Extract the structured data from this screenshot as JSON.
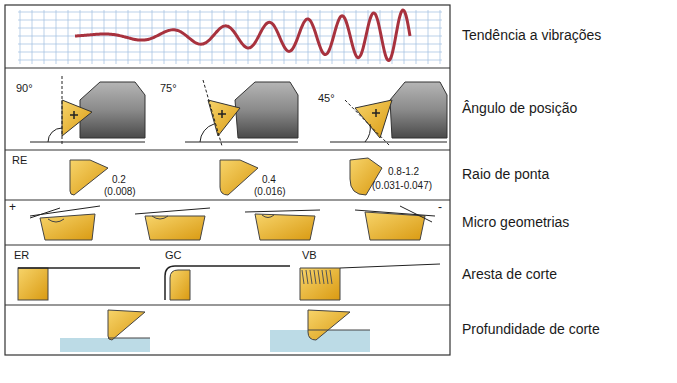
{
  "diagram": {
    "labels": [
      "Tendência a vibrações",
      "90°",
      "75°",
      "45°",
      "Ângulo de posição",
      "RE",
      "0.2",
      "(0.008)",
      "0.4",
      "(0.016)",
      "0.8-1.2",
      "(0.031-0.047)",
      "Raio de ponta",
      "+",
      "-",
      "Micro geometrias",
      "ER",
      "GC",
      "VB",
      "Aresta de corte",
      "Profundidade de corte"
    ]
  }
}
